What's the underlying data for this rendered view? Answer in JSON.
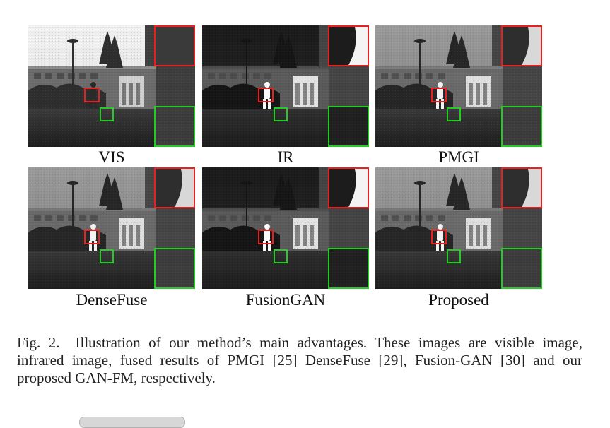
{
  "figure": {
    "panels": [
      {
        "id": "vis",
        "label": "VIS",
        "style": "vis"
      },
      {
        "id": "ir",
        "label": "IR",
        "style": "ir"
      },
      {
        "id": "pmgi",
        "label": "PMGI",
        "style": "fused"
      },
      {
        "id": "densefuse",
        "label": "DenseFuse",
        "style": "fused"
      },
      {
        "id": "fusiongan",
        "label": "FusionGAN",
        "style": "ir"
      },
      {
        "id": "proposed",
        "label": "Proposed",
        "style": "fused"
      }
    ],
    "highlight_colors": {
      "red": "#e82020",
      "green": "#22cc22"
    }
  },
  "caption": {
    "fig_number": "Fig. 2.",
    "text": "Illustration of our method’s main advantages. These images are visible image, infrared image, fused results of PMGI [25] DenseFuse [29], Fusion-GAN [30] and our proposed GAN-FM, respectively."
  }
}
